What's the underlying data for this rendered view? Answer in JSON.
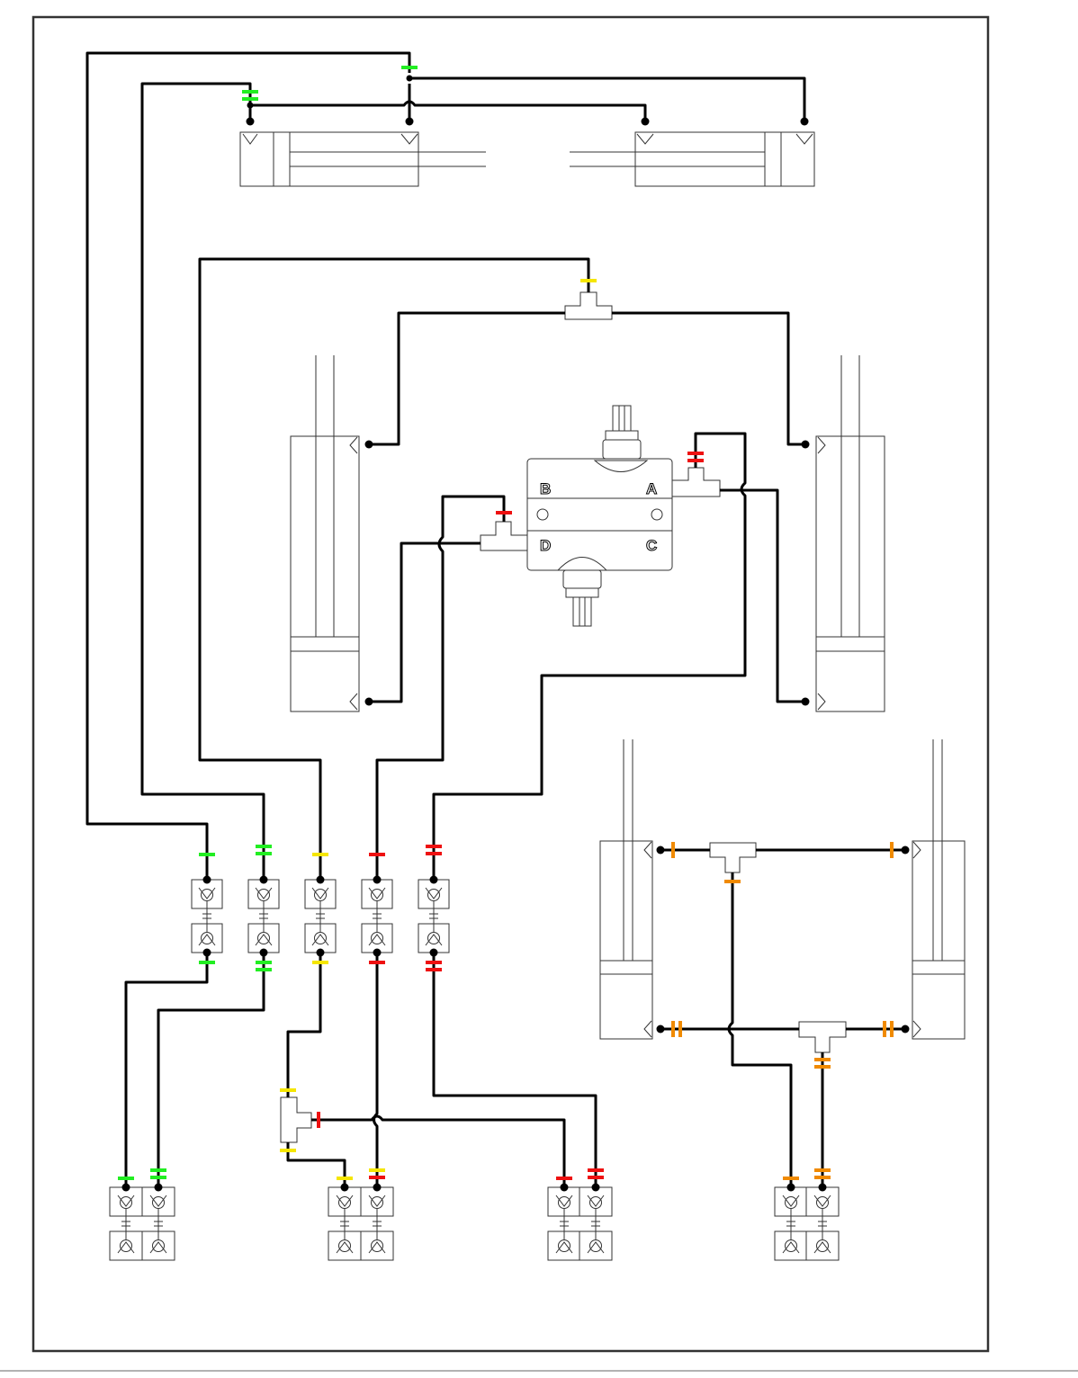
{
  "diagram": {
    "title": "",
    "valve_ports": {
      "b": "B",
      "a": "A",
      "d": "D",
      "c": "C"
    },
    "colors": {
      "line": "#000000",
      "green": "#22ee22",
      "yellow": "#f5e600",
      "red": "#ee1111",
      "orange": "#f08a00",
      "outline": "#333333"
    },
    "components": {
      "top_cylinders": 2,
      "vertical_cylinders_mid": 2,
      "vertical_cylinders_right": 2,
      "directional_valve": 1,
      "tee_fittings": 6,
      "quick_couplers_upper": 5,
      "quick_couplers_lower_pairs": 4
    },
    "coupler_marker_colors_upper": [
      "green",
      "green",
      "yellow",
      "red",
      "red"
    ],
    "coupler_marker_colors_lower": [
      "green",
      "green",
      "yellow",
      "yellow",
      "red",
      "red",
      "orange",
      "orange"
    ]
  }
}
